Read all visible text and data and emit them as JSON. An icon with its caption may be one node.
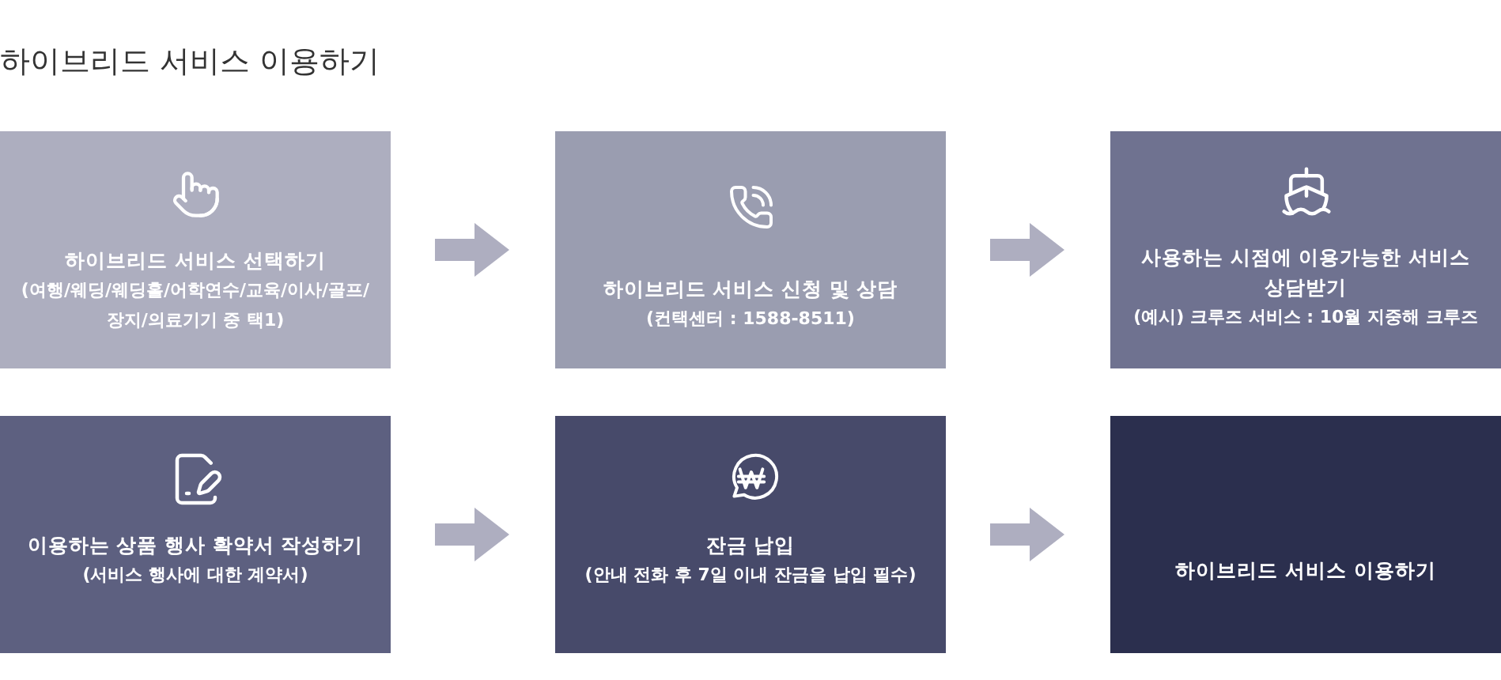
{
  "diagram": {
    "title": "하이브리드 서비스 이용하기",
    "nodes": [
      {
        "text": [
          "하이브리드 서비스 선택하기",
          "(여행/웨딩/웨딩홀/어학연수/교육/이사/골프/장지/의료기기 중 택1)"
        ]
      },
      {
        "text": [
          "하이브리드 서비스 신청 및 상담",
          "(컨택센터 : 1588-8511)"
        ]
      },
      {
        "text": [
          "사용하는 시점에 이용가능한 서비스 상담받기",
          "(예시) 크루즈 서비스 : 10월 지중해 크루즈"
        ]
      },
      {
        "text": [
          "이용하는 상품 행사 확약서 작성하기",
          "(서비스 행사에 대한 계약서)"
        ]
      },
      {
        "text": [
          "잔금 납입",
          "(안내 전화 후 7일 이내 잔금을 납입 필수)"
        ]
      },
      {
        "text": [
          "하이브리드 서비스 이용하기"
        ]
      }
    ],
    "edges": [
      {
        "from": 0,
        "to": 1,
        "arrow": "to"
      },
      {
        "from": 1,
        "to": 2,
        "arrow": "to"
      },
      {
        "from": 3,
        "to": 4,
        "arrow": "to"
      },
      {
        "from": 4,
        "to": 5,
        "arrow": "to"
      }
    ]
  }
}
